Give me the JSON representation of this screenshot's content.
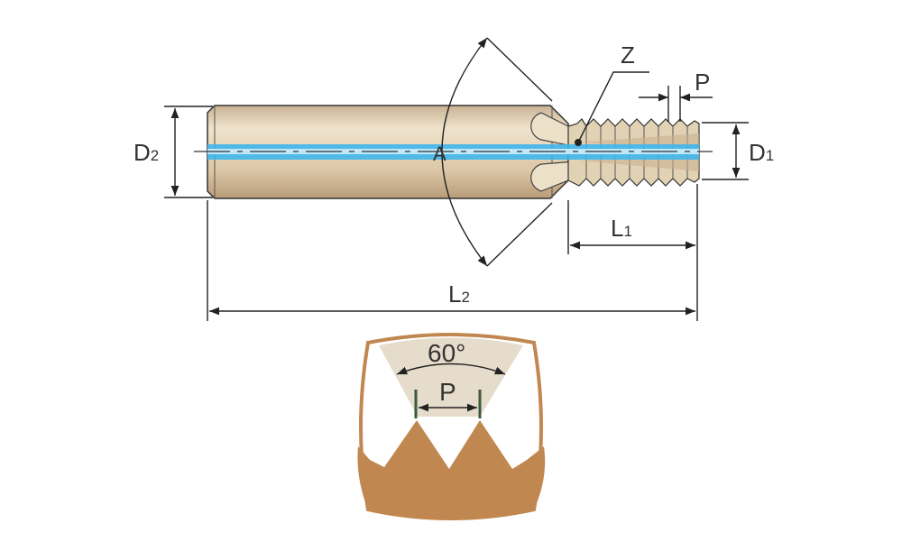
{
  "labels": {
    "d2": "D2",
    "d1": "D1",
    "l1": "L1",
    "l2": "L2",
    "z": "Z",
    "pitch": "P",
    "angle_marker": "A",
    "thread_angle": "60°",
    "profile_pitch": "P"
  },
  "colors": {
    "shank": "#dcc7a6",
    "coolant": "#3fb6ec",
    "profile": "#c08850",
    "profile_bg": "#e6dccb"
  }
}
